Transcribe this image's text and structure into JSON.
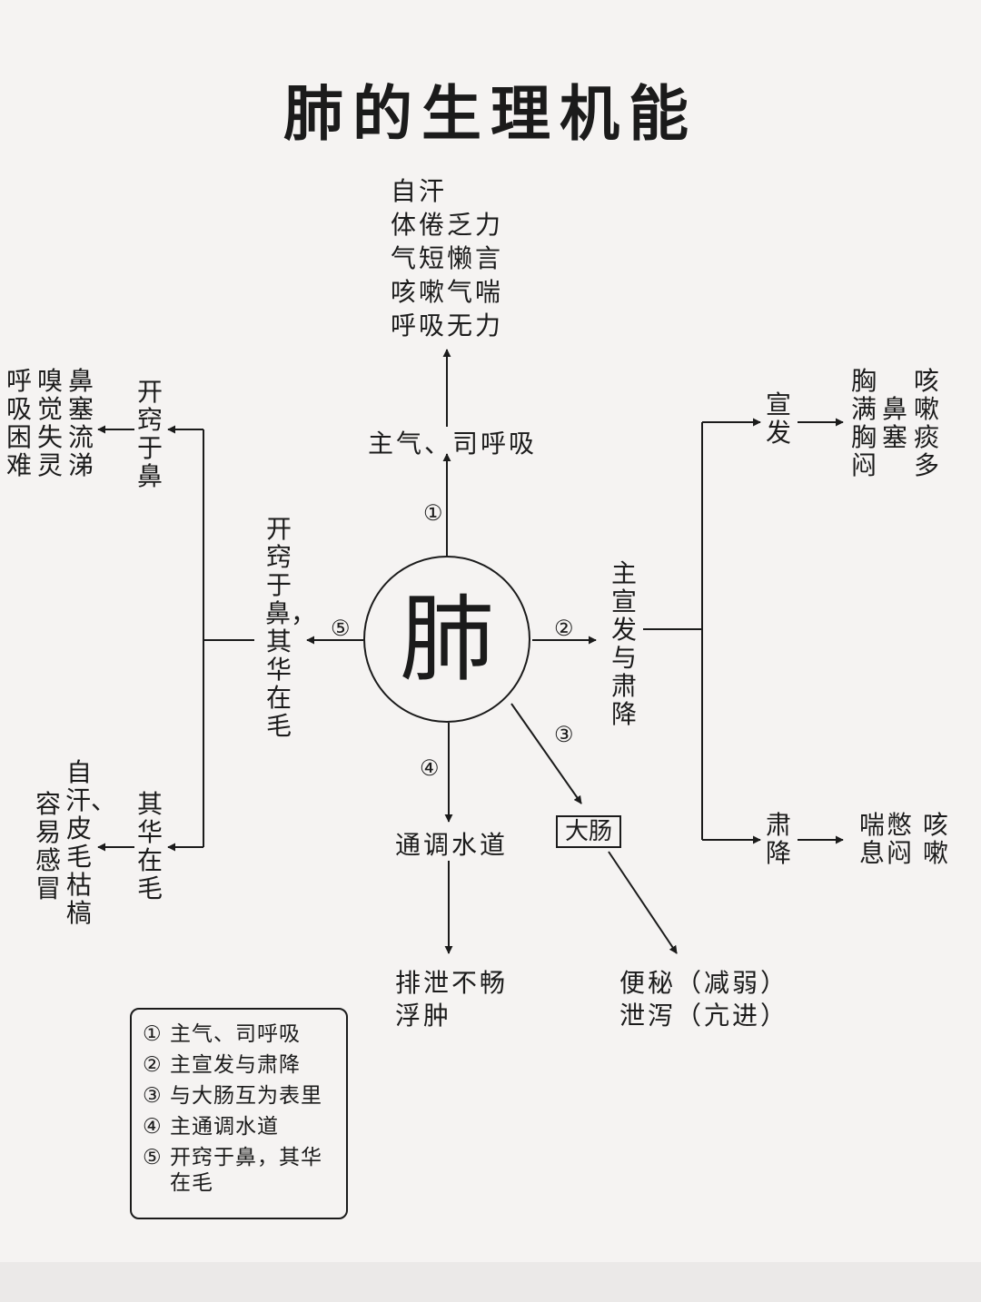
{
  "title": "肺的生理机能",
  "center": "肺",
  "nodes": {
    "qi": "主气、司呼吸",
    "qi_symptoms": [
      "自汗",
      "体倦乏力",
      "气短懒言",
      "咳嗽气喘",
      "呼吸无力"
    ],
    "xuanjiang": "主宣发与肃降",
    "xuanfa": "宣发",
    "xuanfa_sym1": "胸满胸闷",
    "xuanfa_sym2": "鼻塞",
    "xuanfa_sym3": "咳嗽痰多",
    "sujiang": "肃降",
    "sujiang_sym1": "喘息",
    "sujiang_sym2": "憋闷",
    "sujiang_sym3": "咳嗽",
    "dachang": "大肠",
    "dachang_symptoms": [
      "便秘（减弱）",
      "泄泻（亢进）"
    ],
    "shuidao": "通调水道",
    "shuidao_symptoms": [
      "排泄不畅",
      "浮肿"
    ],
    "nose_hair": "开窍于鼻，其华在毛",
    "nose": "开窍于鼻",
    "nose_sym1": "鼻塞流涕",
    "nose_sym2": "嗅觉失灵",
    "nose_sym3": "呼吸困难",
    "hair": "其华在毛",
    "hair_sym1": "自汗、皮毛枯槁",
    "hair_sym2": "容易感冒"
  },
  "markers": [
    "①",
    "②",
    "③",
    "④",
    "⑤"
  ],
  "legend": [
    {
      "num": "①",
      "text": "主气、司呼吸"
    },
    {
      "num": "②",
      "text": "主宣发与肃降"
    },
    {
      "num": "③",
      "text": "与大肠互为表里"
    },
    {
      "num": "④",
      "text": "主通调水道"
    },
    {
      "num": "⑤",
      "text": "开窍于鼻，其华在毛"
    }
  ]
}
